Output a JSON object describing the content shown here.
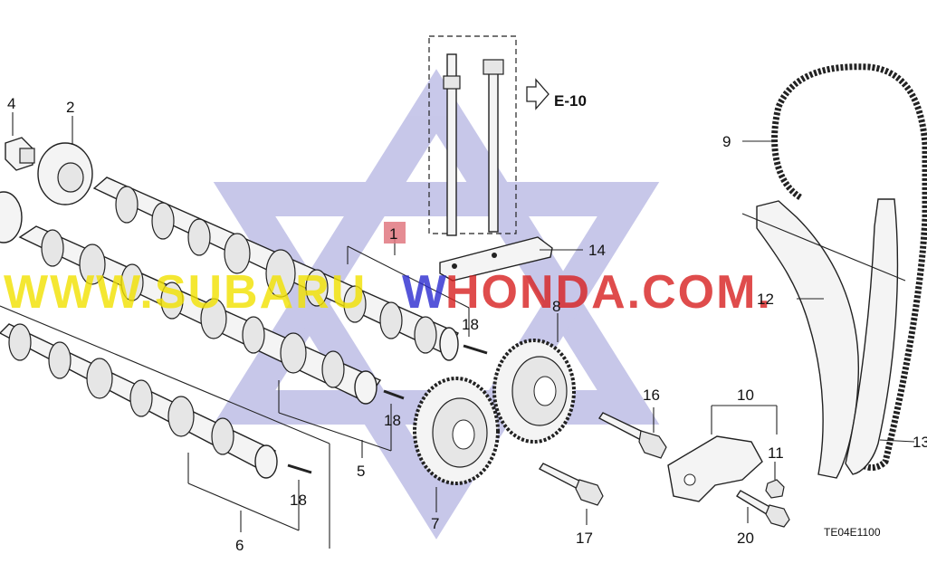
{
  "diagram": {
    "drawing_code": "TE04E1100",
    "reference": "E-10",
    "watermark_left": "WWW.SUBARU",
    "watermark_mid": "W",
    "watermark_right": "HONDA.COM.",
    "highlight_color": "#e07880",
    "watermark_colors": {
      "yellow": "#f2e200",
      "blue": "#2b2bd0",
      "red": "#d82020",
      "star": "#9a9ad8"
    },
    "callouts": {
      "c1": "1",
      "c2": "2",
      "c4": "4",
      "c5": "5",
      "c6": "6",
      "c7": "7",
      "c8": "8",
      "c9": "9",
      "c10": "10",
      "c11": "11",
      "c12": "12",
      "c13": "13",
      "c14": "14",
      "c16": "16",
      "c17": "17",
      "c18a": "18",
      "c18b": "18",
      "c18c": "18",
      "c20": "20"
    }
  }
}
